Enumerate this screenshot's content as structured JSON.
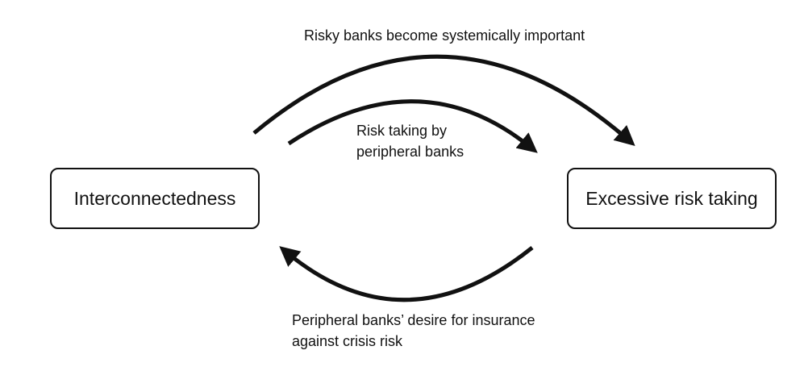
{
  "nodes": {
    "left": "Interconnectedness",
    "right": "Excessive risk taking"
  },
  "edges": {
    "top": "Risky banks become systemically important",
    "inner": [
      "Risk taking by",
      "peripheral banks"
    ],
    "bottom": [
      "Peripheral banks’ desire for insurance",
      "against crisis risk"
    ]
  },
  "colors": {
    "stroke": "#111111",
    "background": "#ffffff"
  }
}
